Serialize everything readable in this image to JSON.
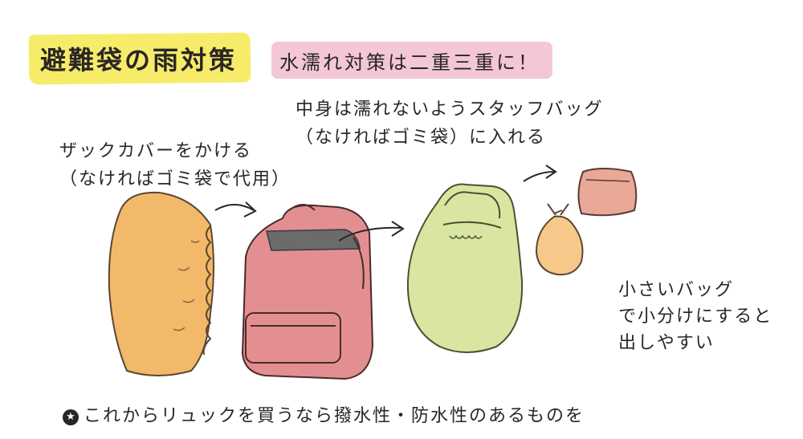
{
  "title": "避難袋の雨対策",
  "tag": "水濡れ対策は二重三重に！",
  "notes": {
    "contents_line1": "中身は濡れないようスタッフバッグ",
    "contents_line2": "（なければゴミ袋）に入れる",
    "cover_line1": "ザックカバーをかける",
    "cover_line2": "（なければゴミ袋で代用）",
    "small_line1": "小さいバッグ",
    "small_line2": "で小分けにすると",
    "small_line3": "出しやすい"
  },
  "tip": {
    "icon": "star-icon",
    "text": "これからリュックを買うなら撥水性・防水性のあるものを"
  },
  "colors": {
    "title_highlight": "#f6ec6a",
    "tag_highlight": "#f3c6d8",
    "cover": "#f3b96a",
    "backpack": "#e38f92",
    "stuff_bag": "#d8e6a2",
    "pouch": "#f6c98a",
    "small_bag": "#eaa898"
  }
}
